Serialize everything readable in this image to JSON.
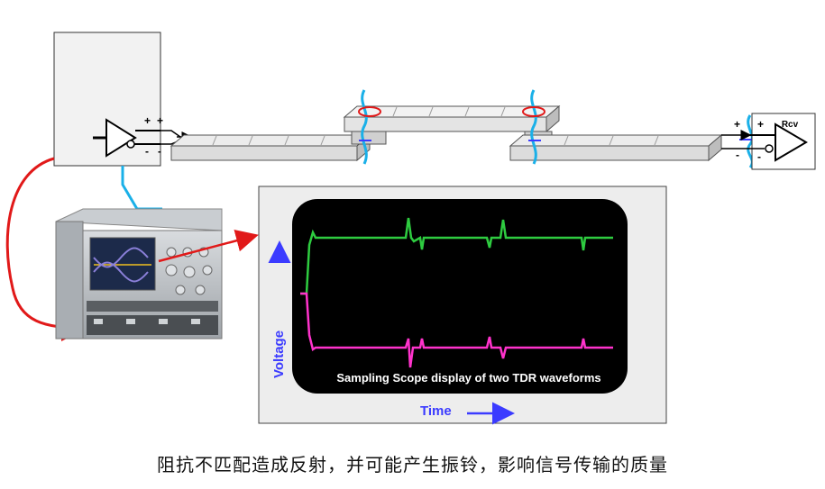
{
  "receiver": {
    "label": "Rcv"
  },
  "driver_polarity": {
    "plus": "+",
    "minus": "-"
  },
  "scope_display": {
    "caption": "Sampling Scope display of two TDR waveforms",
    "y_axis_label": "Voltage",
    "x_axis_label": "Time",
    "colors": {
      "upper_trace": "#2ecc40",
      "lower_trace": "#ff33cc",
      "screen": "#000000",
      "arrow": "#3b3bff"
    }
  },
  "colors": {
    "cable_arrow": "#e11919",
    "probe_line": "#1ab0e8",
    "reflection_marker": "#1ab0e8",
    "ring_marker": "#e11919"
  },
  "caption": "阻抗不匹配造成反射，并可能产生振铃，影响信号传输的质量"
}
